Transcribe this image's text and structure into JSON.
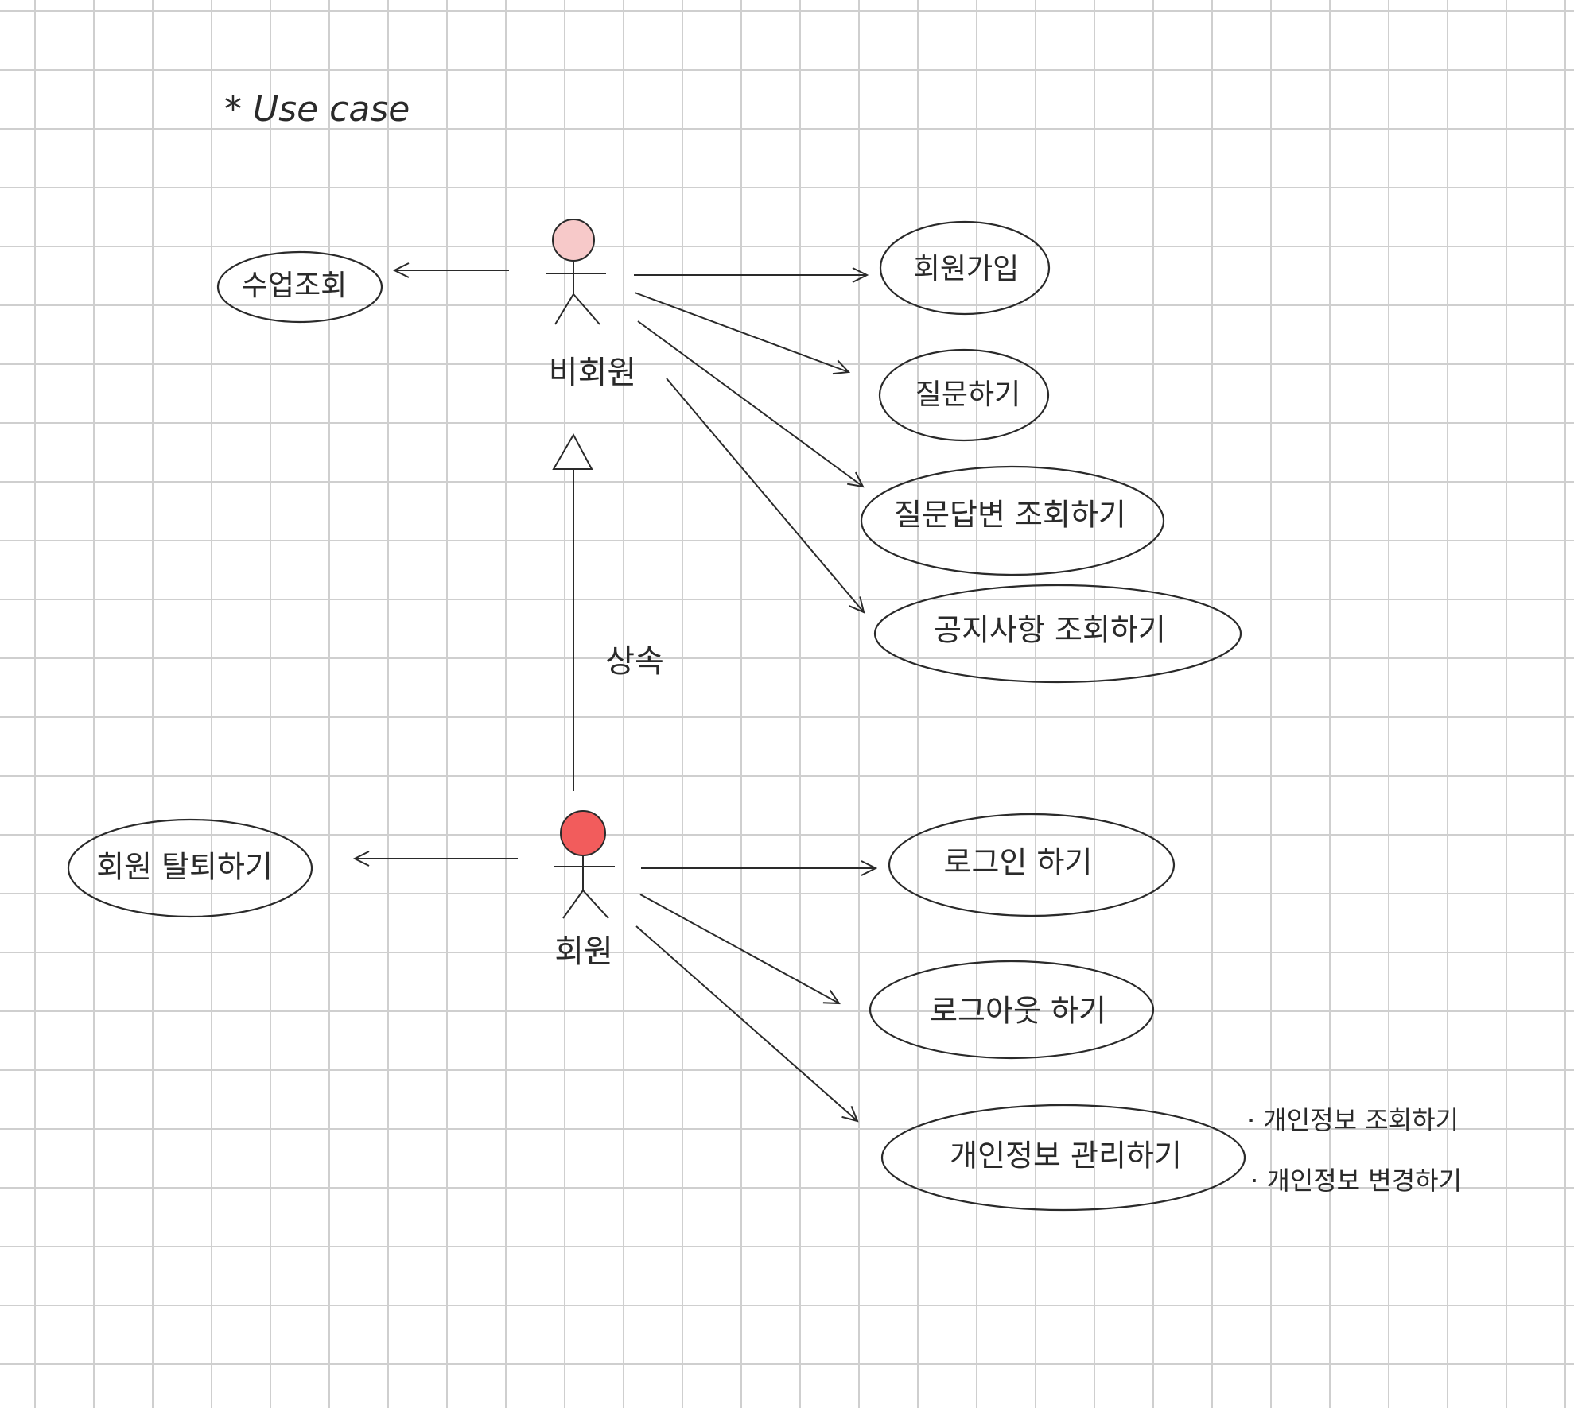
{
  "title": "* Use case",
  "colors": {
    "grid": "#cfcfcf",
    "ink": "#2a2a2a",
    "nonmember_head": "#f7c9c9",
    "member_head": "#f25c5c"
  },
  "actors": {
    "nonmember": {
      "label": "비회원",
      "head_color": "#f7c9c9"
    },
    "member": {
      "label": "회원",
      "head_color": "#f25c5c"
    }
  },
  "relation": {
    "label": "상속"
  },
  "usecases": {
    "class_view": "수업조회",
    "signup": "회원가입",
    "ask": "질문하기",
    "qa_view": "질문답변 조회하기",
    "notice_view": "공지사항 조회하기",
    "withdraw": "회원 탈퇴하기",
    "login": "로그인 하기",
    "logout": "로그아웃 하기",
    "profile_manage": "개인정보 관리하기"
  },
  "notes": {
    "profile_view": "· 개인정보 조회하기",
    "profile_edit": "· 개인정보 변경하기"
  }
}
